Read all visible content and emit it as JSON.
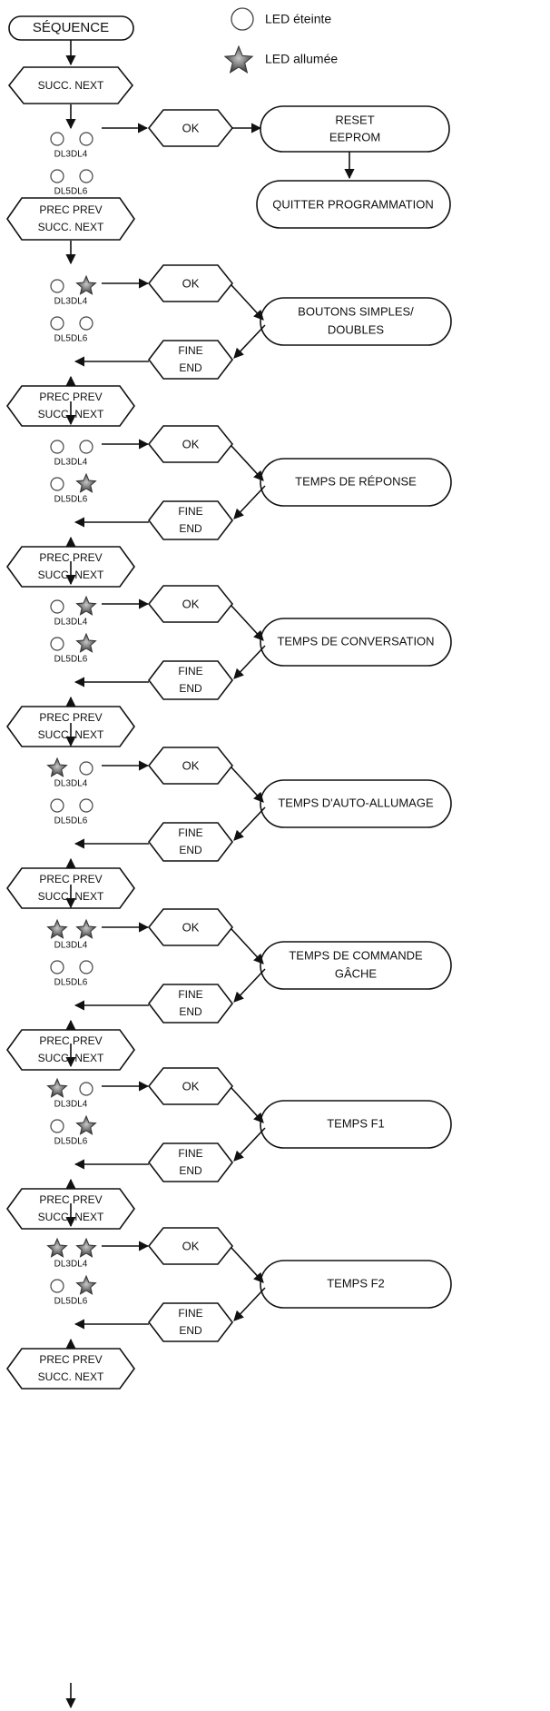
{
  "legend": {
    "off": "LED éteinte",
    "on": "LED allumée"
  },
  "start": "SÉQUENCE",
  "first_nav": "SUCC. NEXT",
  "nav": [
    "PREC PREV",
    "SUCC. NEXT"
  ],
  "ok": "OK",
  "fin": [
    "FINE",
    "END"
  ],
  "led_labels": {
    "top": "DL3DL4",
    "bottom": "DL5DL6"
  },
  "reset": {
    "action": [
      "RESET",
      "EEPROM"
    ],
    "quit": "QUITTER PROGRAMMATION"
  },
  "steps": [
    {
      "leds": [
        "off",
        "on",
        "off",
        "off"
      ],
      "action": [
        "BOUTONS SIMPLES/",
        "DOUBLES"
      ]
    },
    {
      "leds": [
        "off",
        "off",
        "off",
        "on"
      ],
      "action": [
        "TEMPS DE RÉPONSE"
      ]
    },
    {
      "leds": [
        "off",
        "on",
        "off",
        "on"
      ],
      "action": [
        "TEMPS DE CONVERSATION"
      ]
    },
    {
      "leds": [
        "on",
        "off",
        "off",
        "off"
      ],
      "action": [
        "TEMPS D'AUTO-ALLUMAGE"
      ]
    },
    {
      "leds": [
        "on",
        "on",
        "off",
        "off"
      ],
      "action": [
        "TEMPS DE COMMANDE",
        "GÂCHE"
      ]
    },
    {
      "leds": [
        "on",
        "off",
        "off",
        "on"
      ],
      "action": [
        "TEMPS F1"
      ]
    },
    {
      "leds": [
        "on",
        "on",
        "off",
        "on"
      ],
      "action": [
        "TEMPS F2"
      ]
    }
  ],
  "colors": {
    "stroke": "#111111",
    "led_on": "#6a6a6a",
    "led_off": "#ffffff"
  }
}
